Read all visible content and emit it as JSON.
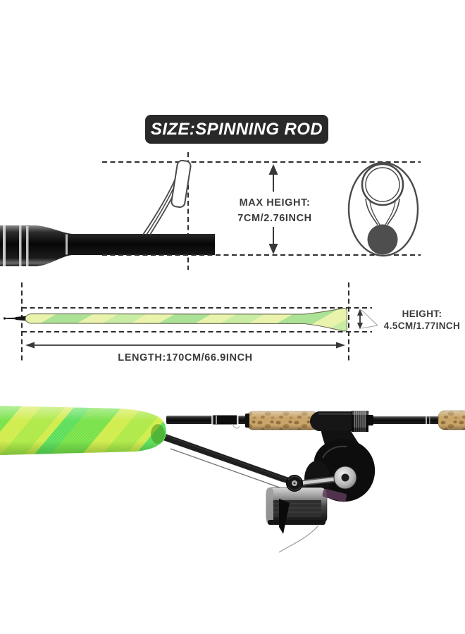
{
  "title": {
    "text": "SIZE:SPINNING ROD"
  },
  "guide_diagram": {
    "max_height_label": "MAX HEIGHT:",
    "max_height_value": "7CM/2.76INCH"
  },
  "sleeve_diagram": {
    "height_label": "HEIGHT:",
    "height_value": "4.5CM/1.77INCH",
    "length_label": "LENGTH:170CM/66.9INCH"
  },
  "colors": {
    "banner_bg": "#292929",
    "banner_text": "#ffffff",
    "label_text": "#3b3b3b",
    "dash_line": "#2d2d2d",
    "sleeve_green": "#6fe03c",
    "sleeve_yellow": "#cdeb3f",
    "cork": "#c9a569",
    "rod_black": "#0a0a0a"
  }
}
